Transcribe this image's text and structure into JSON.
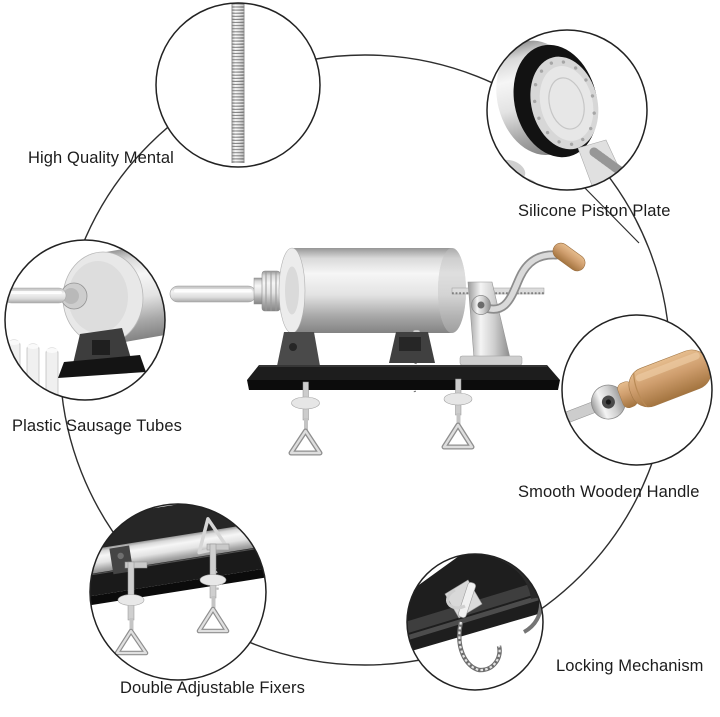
{
  "features": [
    {
      "id": "high-quality-metal",
      "label": "High Quality Mental",
      "illustration": "threaded-rod-icon"
    },
    {
      "id": "silicone-piston-plate",
      "label": "Silicone Piston Plate",
      "illustration": "piston-plate-icon"
    },
    {
      "id": "plastic-sausage-tubes",
      "label": "Plastic Sausage Tubes",
      "illustration": "sausage-tubes-icon"
    },
    {
      "id": "smooth-wooden-handle",
      "label": "Smooth Wooden Handle",
      "illustration": "wooden-handle-icon"
    },
    {
      "id": "double-adjustable-fixers",
      "label": "Double Adjustable Fixers",
      "illustration": "table-clamps-icon"
    },
    {
      "id": "locking-mechanism",
      "label": "Locking Mechanism",
      "illustration": "locking-pin-icon"
    }
  ],
  "colors": {
    "background": "#ffffff",
    "outline": "#2b2b2b",
    "label_text": "#1c1c1c",
    "steel_light": "#f2f2f2",
    "steel_dark": "#8d8d8d",
    "base_black": "#181818",
    "wood": "#cf9e6e",
    "piston_ring_black": "#121212"
  }
}
